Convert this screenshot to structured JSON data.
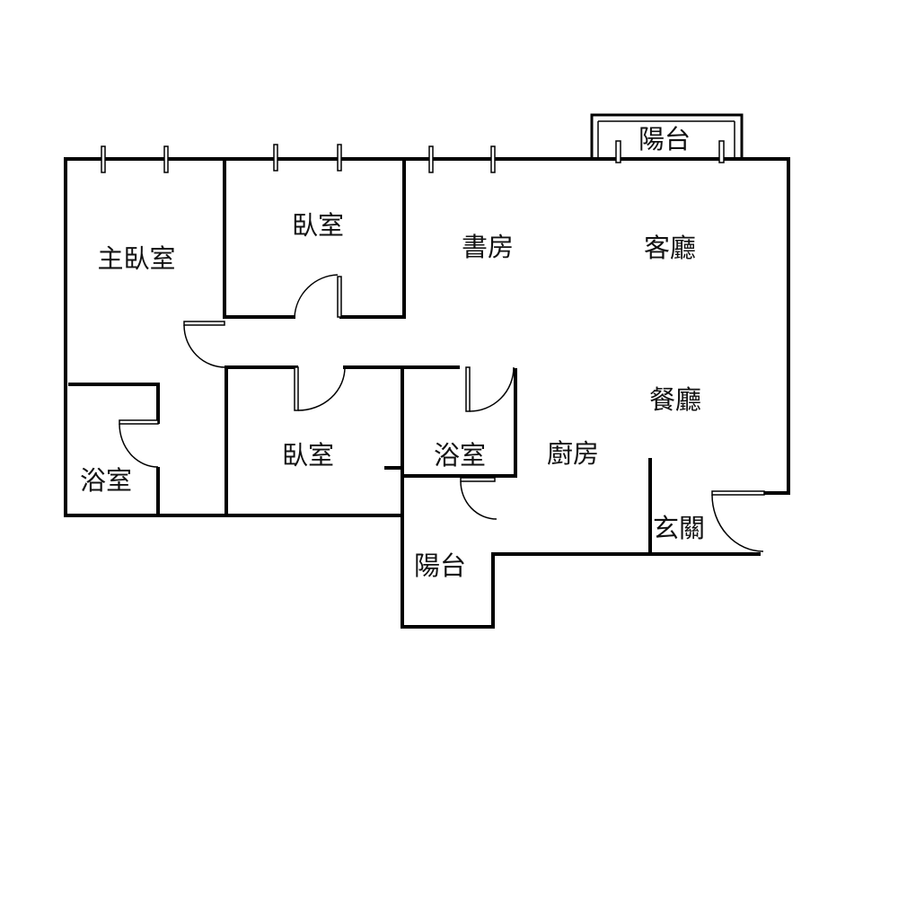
{
  "title": "Floor plan",
  "rooms": {
    "master_bedroom": "主臥室",
    "bedroom_top": "臥室",
    "study": "書房",
    "living_room": "客廳",
    "balcony_top": "陽台",
    "dining_room": "餐廳",
    "kitchen": "廚房",
    "bathroom_center": "浴室",
    "bedroom_bottom": "臥室",
    "bathroom_left": "浴室",
    "balcony_bottom": "陽台",
    "entrance": "玄關"
  }
}
